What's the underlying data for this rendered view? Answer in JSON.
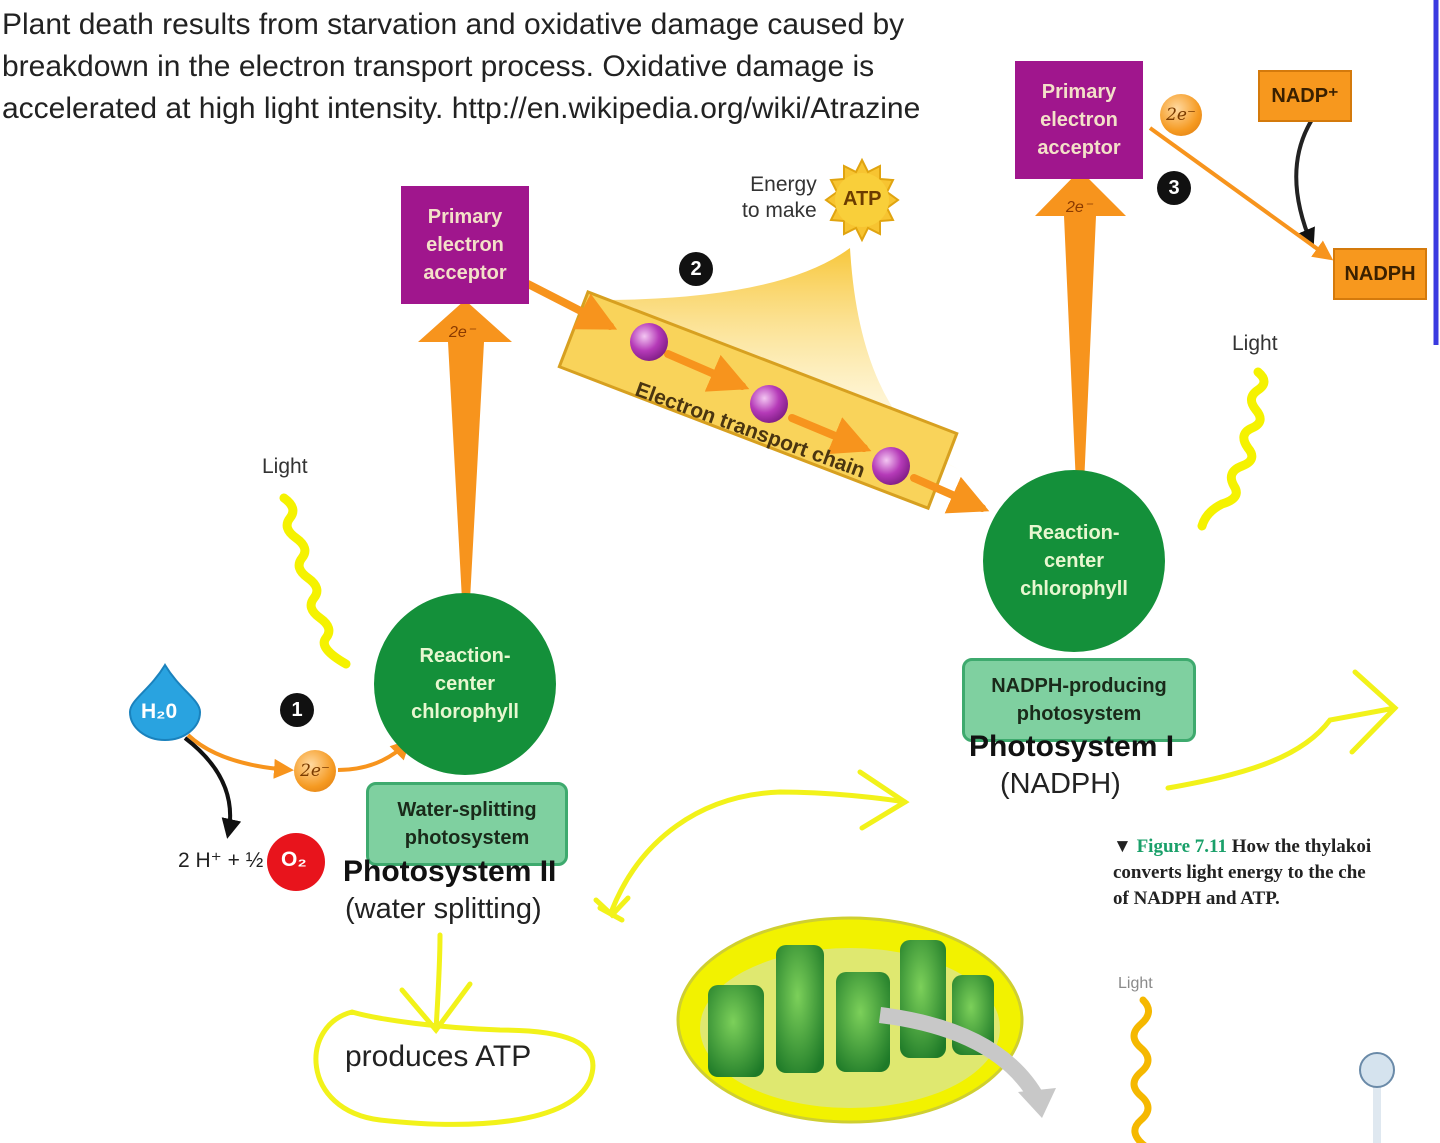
{
  "intro_text": [
    "Plant death results from starvation and oxidative damage caused by",
    "breakdown in the electron transport process. Oxidative damage is",
    "accelerated at high light intensity. http://en.wikipedia.org/wiki/Atrazine"
  ],
  "diagram": {
    "primary_acceptor_label": [
      "Primary",
      "electron",
      "acceptor"
    ],
    "reaction_center_label": [
      "Reaction-",
      "center",
      "chlorophyll"
    ],
    "light_label": "Light",
    "electron_label": "2e⁻",
    "step_numbers": [
      "1",
      "2",
      "3"
    ],
    "water_label": "H₂0",
    "protons_label": "2 H⁺ + ½",
    "oxygen_label": "O₂",
    "energy_label": [
      "Energy",
      "to make"
    ],
    "atp_label": "ATP",
    "etc_label": "Electron transport chain",
    "nadp_label": "NADP⁺",
    "nadph_label": "NADPH",
    "ps2": {
      "box": [
        "Water-splitting",
        "photosystem"
      ],
      "title": "Photosystem II",
      "subtitle": "(water splitting)"
    },
    "ps1": {
      "box": [
        "NADPH-producing",
        "photosystem"
      ],
      "title": "Photosystem I",
      "subtitle": "(NADPH)"
    },
    "caption": [
      "Figure 7.11",
      "How the thylakoi",
      "converts light energy to the che",
      "of NADPH and ATP."
    ],
    "handwritten_note": "produces ATP"
  },
  "colors": {
    "acceptor": "#a0168d",
    "reaction_center": "#14903a",
    "photosystem_box": "#7fd0a0",
    "arrow_orange": "#f7941d",
    "light_yellow": "#f5f200",
    "annotation_yellow": "#f2f21a",
    "etc_band": "#f9d35a",
    "electron_carrier": "#b53ab8",
    "oxygen": "#e8141c",
    "water": "#29a3e0",
    "nadp": "#f7981e",
    "right_edge_line": "#3a3ae0"
  },
  "icons": [
    "water-drop-icon",
    "oxygen-icon",
    "atp-sunburst-icon",
    "chloroplast-icon",
    "proton-icon"
  ]
}
